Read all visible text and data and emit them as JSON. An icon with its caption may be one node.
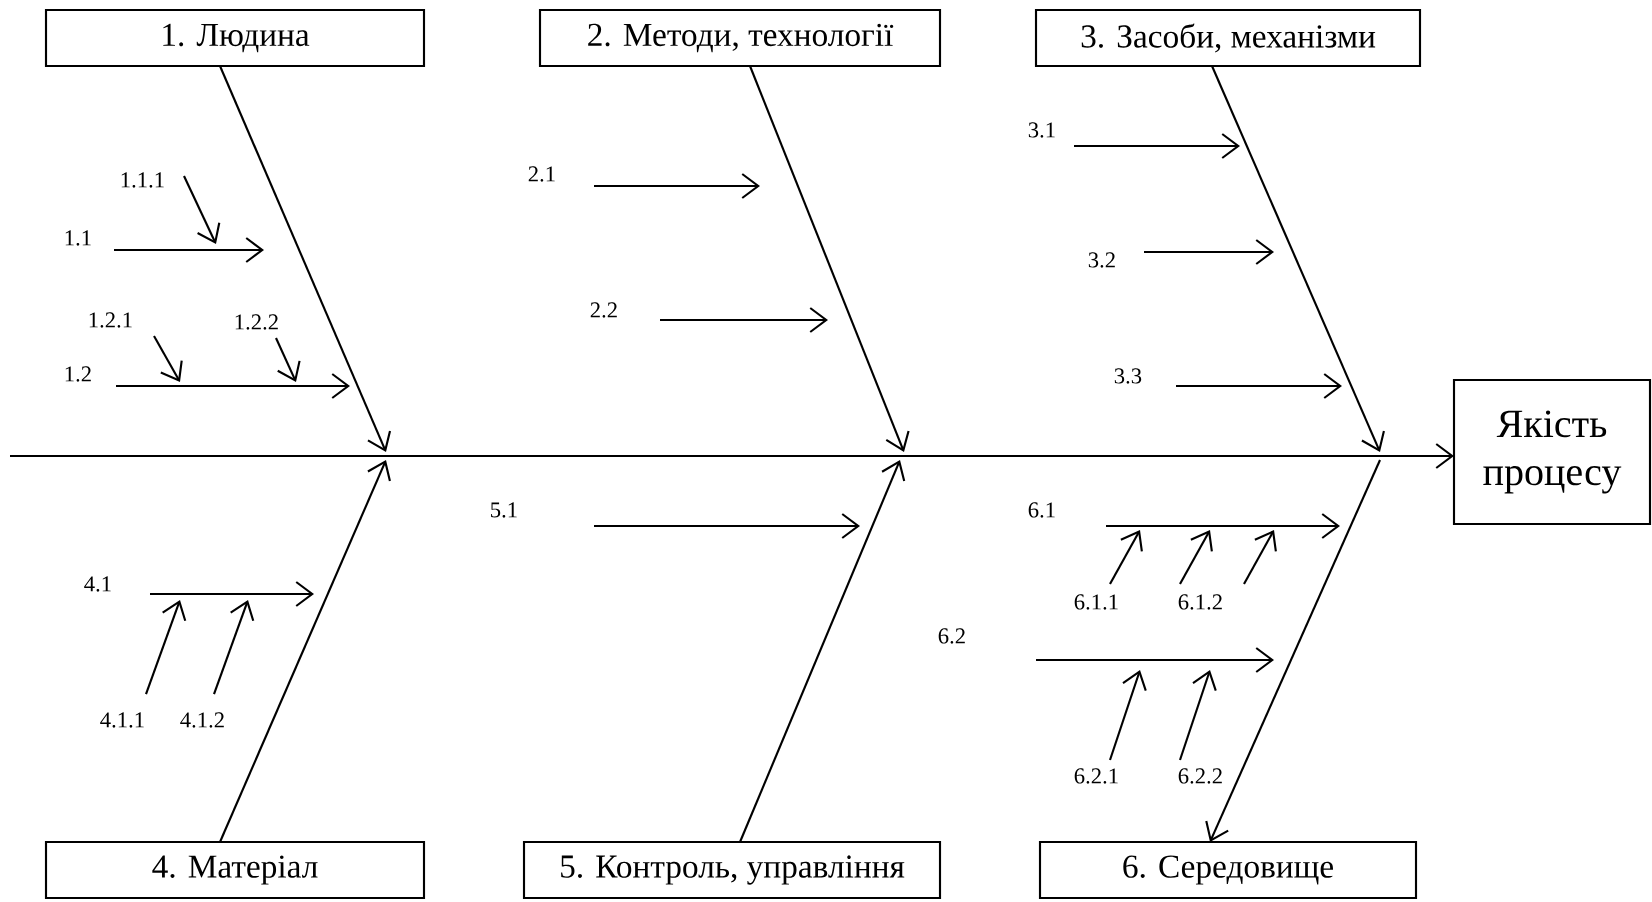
{
  "diagram": {
    "nodes": [
      {
        "text": [
          "1. Людина"
        ]
      },
      {
        "text": [
          "2. Методи, технології"
        ]
      },
      {
        "text": [
          "3. Засоби, механізми"
        ]
      },
      {
        "text": [
          "4. Матеріал"
        ]
      },
      {
        "text": [
          "5. Контроль, управління"
        ]
      },
      {
        "text": [
          "6. Середовище"
        ]
      },
      {
        "text": [
          "Якість процесу"
        ]
      },
      {
        "text": [
          "1.1.1"
        ]
      },
      {
        "text": [
          "1.1"
        ]
      },
      {
        "text": [
          "1.2.1"
        ]
      },
      {
        "text": [
          "1.2.2"
        ]
      },
      {
        "text": [
          "1.2"
        ]
      },
      {
        "text": [
          "2.1"
        ]
      },
      {
        "text": [
          "2.2"
        ]
      },
      {
        "text": [
          "3.1"
        ]
      },
      {
        "text": [
          "3.2"
        ]
      },
      {
        "text": [
          "3.3"
        ]
      },
      {
        "text": [
          "5.1"
        ]
      },
      {
        "text": [
          "6.1"
        ]
      },
      {
        "text": [
          "4.1"
        ]
      },
      {
        "text": [
          "6.1.1"
        ]
      },
      {
        "text": [
          "6.1.2"
        ]
      },
      {
        "text": [
          "6.2"
        ]
      },
      {
        "text": [
          "4.1.1"
        ]
      },
      {
        "text": [
          "4.1.2"
        ]
      },
      {
        "text": [
          "6.2.1"
        ]
      },
      {
        "text": [
          "6.2.2"
        ]
      }
    ],
    "edges": [
      {
        "from": null,
        "to": 6,
        "arrow": "to"
      },
      {
        "from": 0,
        "to": null,
        "arrow": "to"
      },
      {
        "from": 1,
        "to": null,
        "arrow": "to"
      },
      {
        "from": 2,
        "to": null,
        "arrow": "to"
      },
      {
        "from": 3,
        "to": null,
        "arrow": "to"
      },
      {
        "from": 4,
        "to": null,
        "arrow": "to"
      },
      {
        "from": null,
        "to": 5,
        "arrow": "to"
      },
      {
        "from": 7,
        "to": null,
        "arrow": "to"
      },
      {
        "from": 8,
        "to": null,
        "arrow": "to"
      },
      {
        "from": 9,
        "to": null,
        "arrow": "to"
      },
      {
        "from": 10,
        "to": null,
        "arrow": "to"
      },
      {
        "from": 11,
        "to": null,
        "arrow": "to"
      },
      {
        "from": 12,
        "to": null,
        "arrow": "to"
      },
      {
        "from": 13,
        "to": null,
        "arrow": "to"
      },
      {
        "from": 14,
        "to": null,
        "arrow": "to"
      },
      {
        "from": 15,
        "to": null,
        "arrow": "to"
      },
      {
        "from": 16,
        "to": null,
        "arrow": "to"
      },
      {
        "from": 17,
        "to": null,
        "arrow": "to"
      },
      {
        "from": 18,
        "to": null,
        "arrow": "to"
      },
      {
        "from": 19,
        "to": null,
        "arrow": "to"
      },
      {
        "from": 20,
        "to": null,
        "arrow": "to"
      },
      {
        "from": 21,
        "to": null,
        "arrow": "to"
      },
      {
        "from": 22,
        "to": null,
        "arrow": "to"
      },
      {
        "from": 23,
        "to": null,
        "arrow": "to"
      },
      {
        "from": 24,
        "to": null,
        "arrow": "to"
      },
      {
        "from": 25,
        "to": null,
        "arrow": "to"
      },
      {
        "from": 26,
        "to": null,
        "arrow": "to"
      },
      {
        "from": 21,
        "to": null,
        "arrow": "to"
      }
    ]
  }
}
